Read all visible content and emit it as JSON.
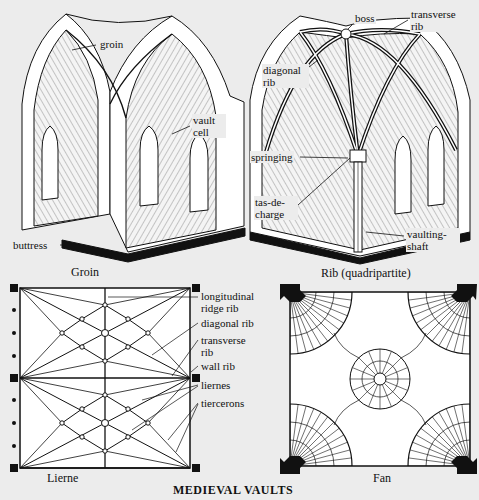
{
  "diagram": {
    "caption": "MEDIEVAL VAULTS",
    "labels": [
      "groin",
      "vault cell",
      "buttress",
      "Groin",
      "boss",
      "transverse rib",
      "diagonal rib",
      "springing",
      "tas-de-charge",
      "vaulting-shaft",
      "Rib (quadripartite)",
      "longitudinal ridge rib",
      "diagonal rib",
      "transverse rib",
      "wall rib",
      "liernes",
      "tiercerons",
      "Lierne",
      "Fan"
    ]
  }
}
